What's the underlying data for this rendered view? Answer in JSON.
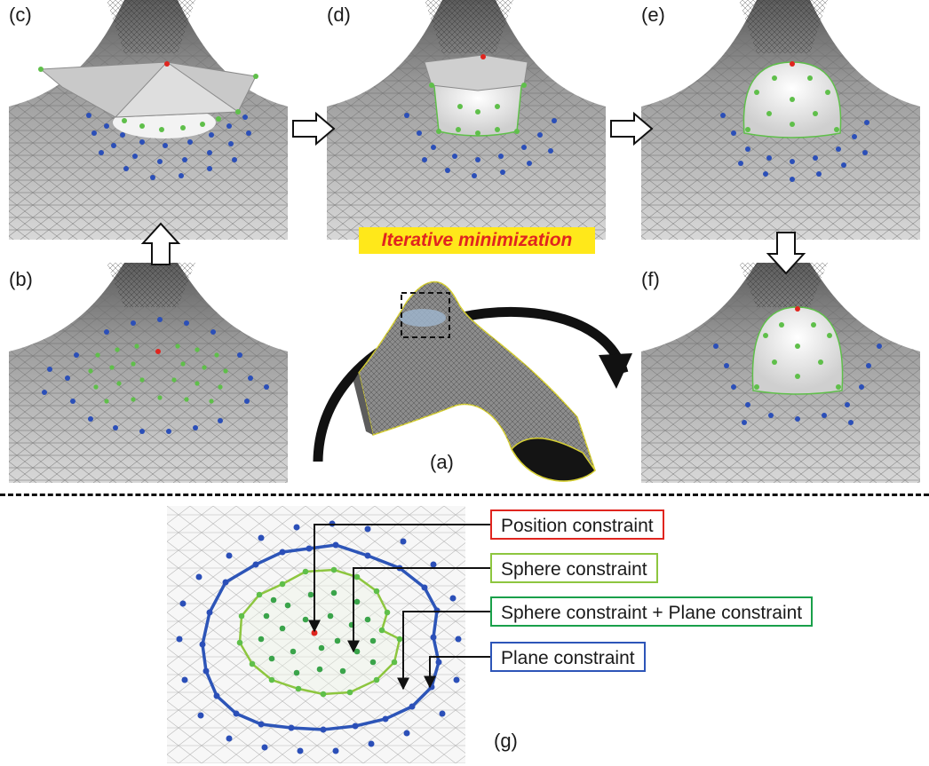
{
  "panels": {
    "c": "(c)",
    "d": "(d)",
    "e": "(e)",
    "b": "(b)",
    "f": "(f)",
    "a": "(a)",
    "g": "(g)"
  },
  "banner": "Iterative minimization",
  "legend": {
    "position": "Position constraint",
    "sphere": "Sphere constraint",
    "sphere_plane": "Sphere constraint + Plane constraint",
    "plane": "Plane constraint"
  },
  "colors": {
    "position": "#e0251f",
    "sphere": "#8dc63f",
    "sphere_plane": "#1aa04a",
    "plane": "#2d55b8",
    "vertex_blue": "#2b4fb8",
    "vertex_green": "#5fbf4a",
    "banner_bg": "#ffe81a"
  }
}
